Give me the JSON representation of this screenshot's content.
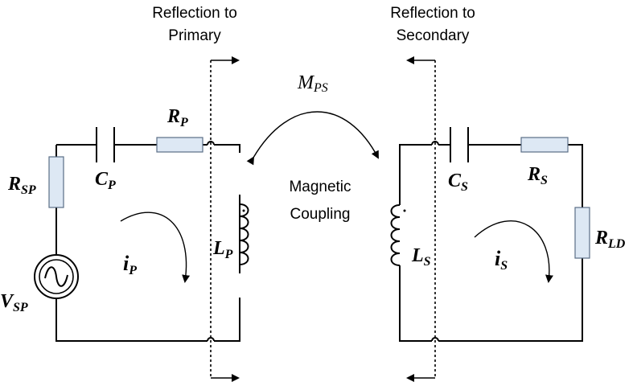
{
  "reflection_primary": {
    "line1": "Reflection to",
    "line2": "Primary"
  },
  "reflection_secondary": {
    "line1": "Reflection to",
    "line2": "Secondary"
  },
  "mutual": {
    "symbol": "M",
    "sub": "PS"
  },
  "coupling": {
    "line1": "Magnetic",
    "line2": "Coupling"
  },
  "labels": {
    "rsp": {
      "main": "R",
      "sub": "SP"
    },
    "cp": {
      "main": "C",
      "sub": "P"
    },
    "rp": {
      "main": "R",
      "sub": "P"
    },
    "lp": {
      "main": "L",
      "sub": "P"
    },
    "vsp": {
      "main": "V",
      "sub": "SP"
    },
    "ip": {
      "main": "i",
      "sub": "P"
    },
    "cs": {
      "main": "C",
      "sub": "S"
    },
    "rs": {
      "main": "R",
      "sub": "S"
    },
    "ls": {
      "main": "L",
      "sub": "S"
    },
    "is": {
      "main": "i",
      "sub": "S"
    },
    "rld": {
      "main": "R",
      "sub": "LD"
    }
  }
}
